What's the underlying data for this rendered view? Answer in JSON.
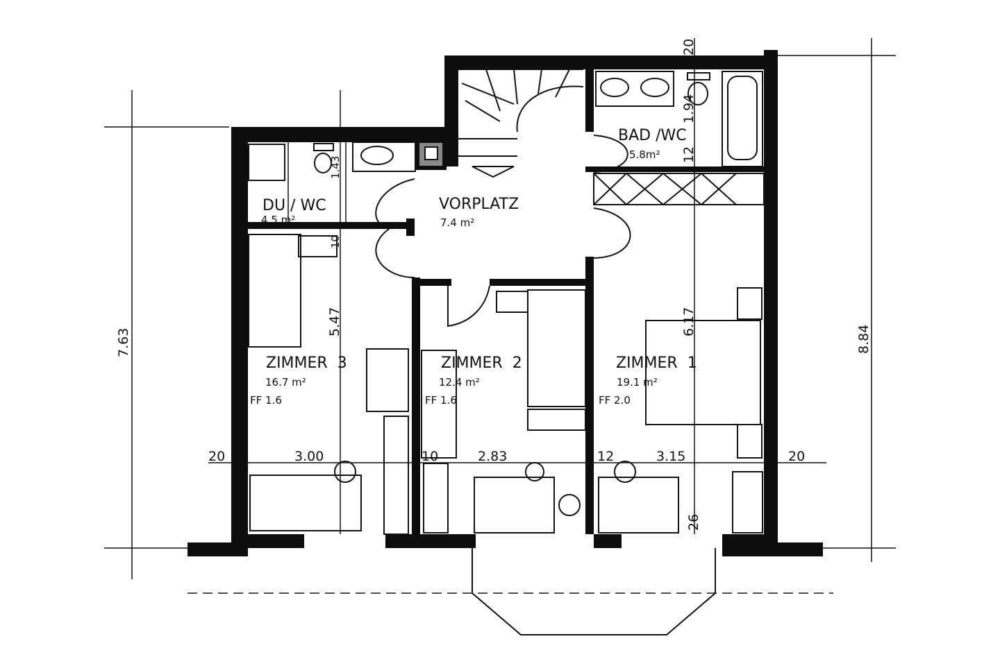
{
  "rooms": {
    "du_wc": {
      "name": "DU / WC",
      "area": "4.5 m²"
    },
    "vorplatz": {
      "name": "VORPLATZ",
      "area": "7.4 m²"
    },
    "bad_wc": {
      "name": "BAD /WC",
      "area": "5.8m²"
    },
    "zimmer3": {
      "name": "ZIMMER  3",
      "area": "16.7 m²",
      "ff": "FF 1.6"
    },
    "zimmer2": {
      "name": "ZIMMER  2",
      "area": "12.4 m²",
      "ff": "FF 1.6"
    },
    "zimmer1": {
      "name": "ZIMMER  1",
      "area": "19.1 m²",
      "ff": "FF 2.0"
    }
  },
  "dimensions": {
    "left_height": "7.63",
    "right_height": "8.84",
    "zimmer3_depth": "5.47",
    "zimmer1_depth": "6.17",
    "du_wc_depth": "1.43",
    "wall_10": "10",
    "bad_depth": "1.94",
    "bad_wall_12": "12",
    "top_wall_20": "20",
    "outer_left_20": "20",
    "zimmer3_width": "3.00",
    "wall_left_z2": "10",
    "zimmer2_width": "2.83",
    "wall_left_z1": "12",
    "zimmer1_width": "3.15",
    "outer_right_20": "20",
    "bottom_wall_26": "26"
  },
  "colors": {
    "ink": "#0d0d0d",
    "paper": "#ffffff"
  }
}
